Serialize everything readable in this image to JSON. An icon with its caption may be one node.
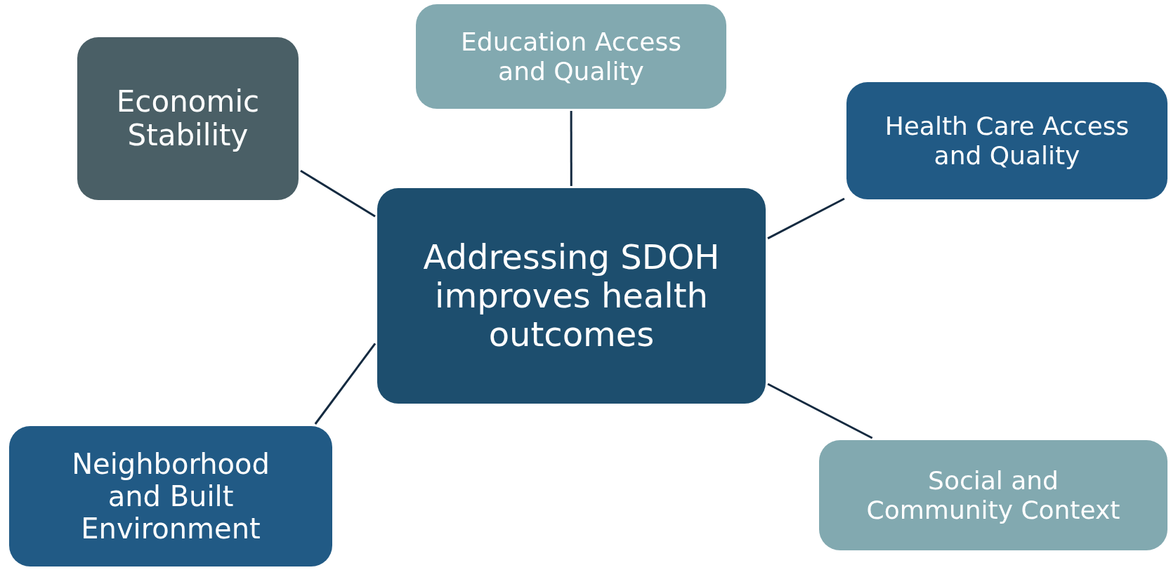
{
  "diagram": {
    "nodes": [
      {
        "text": [
          "Addressing SDOH improves health outcomes"
        ]
      },
      {
        "text": [
          "Economic Stability"
        ]
      },
      {
        "text": [
          "Education Access and Quality"
        ]
      },
      {
        "text": [
          "Health Care Access and Quality"
        ]
      },
      {
        "text": [
          "Neighborhood and Built Environment"
        ]
      },
      {
        "text": [
          "Social and Community Context"
        ]
      }
    ],
    "edges": [
      {
        "from": 1,
        "to": 0,
        "arrow": "none"
      },
      {
        "from": 2,
        "to": 0,
        "arrow": "none"
      },
      {
        "from": 3,
        "to": 0,
        "arrow": "none"
      },
      {
        "from": 4,
        "to": 0,
        "arrow": "none"
      },
      {
        "from": 5,
        "to": 0,
        "arrow": "none"
      }
    ]
  }
}
